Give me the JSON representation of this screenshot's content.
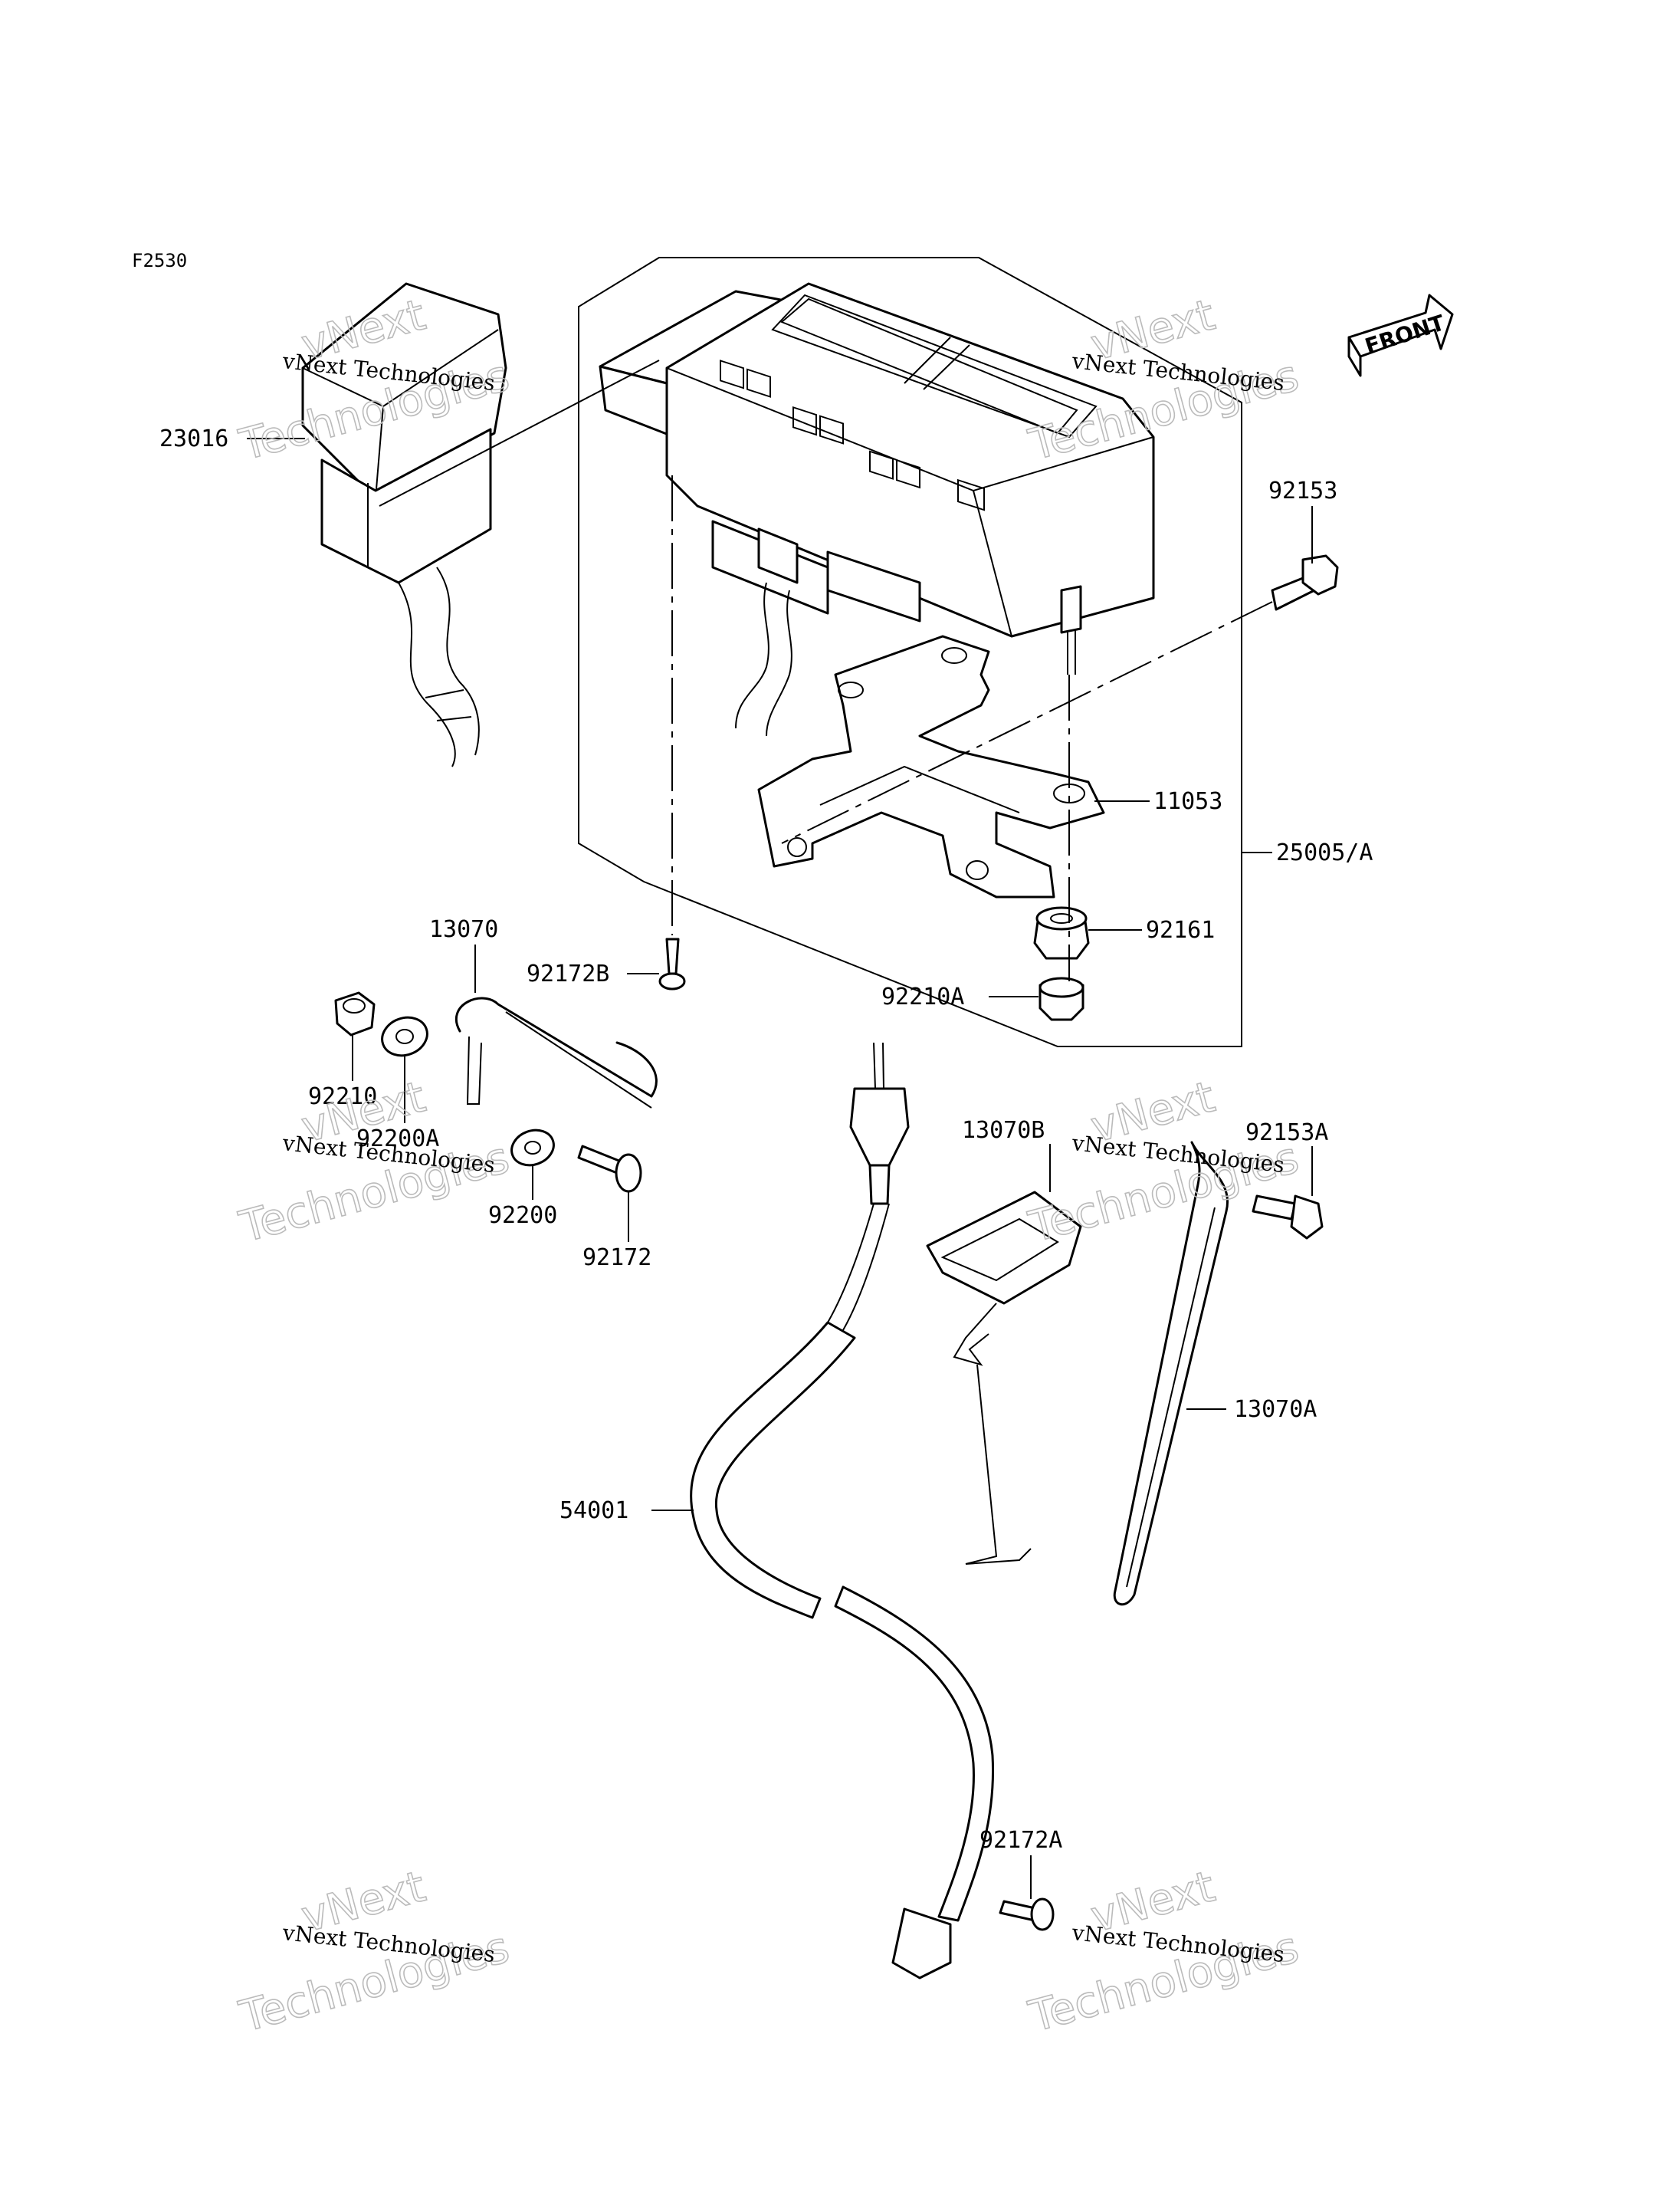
{
  "figure_id": "F2530",
  "direction_label": "FRONT",
  "watermark": {
    "line1": "vNext Technologies",
    "line2": "vNext",
    "line3": "Technologies"
  },
  "parts": [
    {
      "id": "p23016",
      "number": "23016"
    },
    {
      "id": "p92153",
      "number": "92153"
    },
    {
      "id": "p11053",
      "number": "11053"
    },
    {
      "id": "p25005a",
      "number": "25005/A"
    },
    {
      "id": "p92161",
      "number": "92161"
    },
    {
      "id": "p92210a",
      "number": "92210A"
    },
    {
      "id": "p92172b",
      "number": "92172B"
    },
    {
      "id": "p13070",
      "number": "13070"
    },
    {
      "id": "p92210",
      "number": "92210"
    },
    {
      "id": "p92200a",
      "number": "92200A"
    },
    {
      "id": "p92200",
      "number": "92200"
    },
    {
      "id": "p92172",
      "number": "92172"
    },
    {
      "id": "p13070b",
      "number": "13070B"
    },
    {
      "id": "p92153a",
      "number": "92153A"
    },
    {
      "id": "p13070a",
      "number": "13070A"
    },
    {
      "id": "p54001",
      "number": "54001"
    },
    {
      "id": "p92172a",
      "number": "92172A"
    }
  ]
}
